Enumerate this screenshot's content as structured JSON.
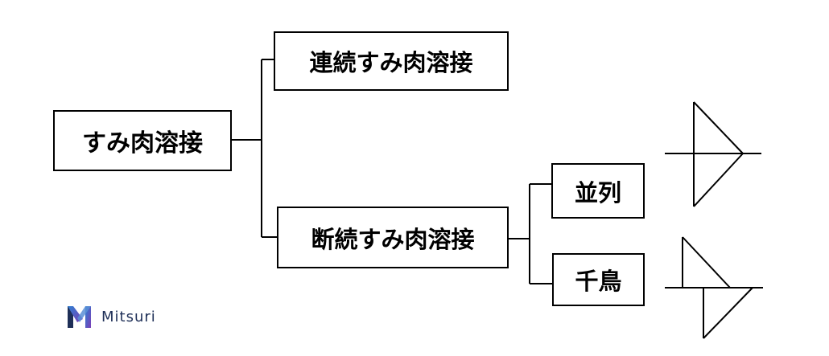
{
  "diagram": {
    "root": {
      "label": "すみ肉溶接"
    },
    "branches": [
      {
        "label": "連続すみ肉溶接"
      },
      {
        "label": "断続すみ肉溶接",
        "children": [
          {
            "label": "並列",
            "symbol": "chain-intermittent-fillet-weld-symbol"
          },
          {
            "label": "千鳥",
            "symbol": "staggered-intermittent-fillet-weld-symbol"
          }
        ]
      }
    ]
  },
  "logo": {
    "text": "Mitsuri",
    "colors": [
      "#1e2f57",
      "#2f7fd0",
      "#7b3fb8"
    ]
  },
  "colors": {
    "line": "#000000",
    "background": "#ffffff"
  }
}
